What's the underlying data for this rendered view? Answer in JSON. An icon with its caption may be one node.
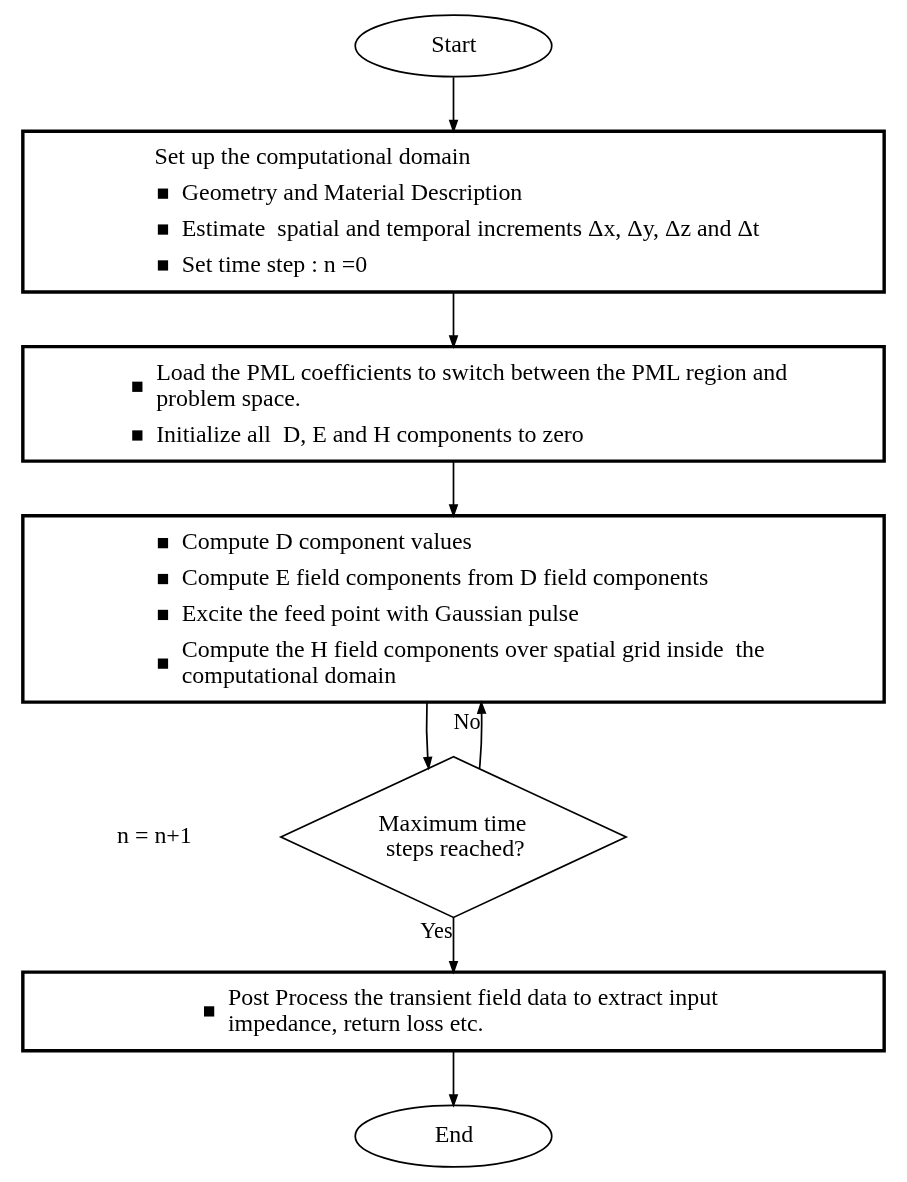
{
  "diagram": {
    "nodes": [
      {
        "text": [
          "Start"
        ]
      },
      {
        "text": [
          "Set up the computational domain",
          "Geometry and Material Description",
          "Estimate  spatial and temporal increments Δx, Δy, Δz and Δt",
          "Set time step : n =0"
        ]
      },
      {
        "text": [
          "Load the PML coefficients to switch between the PML region and problem space.",
          "Initialize all  D, E and H components to zero"
        ]
      },
      {
        "text": [
          "Compute D component values",
          "Compute E field components from D field components",
          "Excite the feed point with Gaussian pulse",
          "Compute the H field components over spatial grid inside  the computational domain"
        ]
      },
      {
        "text": [
          "Maximum time steps reached?"
        ]
      },
      {
        "text": [
          "Post Process the transient field data to extract input impedance, return loss etc."
        ]
      },
      {
        "text": [
          "End"
        ]
      }
    ],
    "edges": [
      {
        "from": 0,
        "to": 1,
        "arrow": "to"
      },
      {
        "from": 1,
        "to": 2,
        "arrow": "to"
      },
      {
        "from": 2,
        "to": 3,
        "arrow": "to"
      },
      {
        "from": 3,
        "to": 4,
        "arrow": "to"
      },
      {
        "from": 4,
        "to": 3,
        "arrow": "to",
        "label": "No"
      },
      {
        "from": 4,
        "to": 5,
        "arrow": "to",
        "label": "Yes"
      },
      {
        "from": 5,
        "to": 6,
        "arrow": "to"
      }
    ],
    "labels": [
      "n = n+1"
    ]
  }
}
